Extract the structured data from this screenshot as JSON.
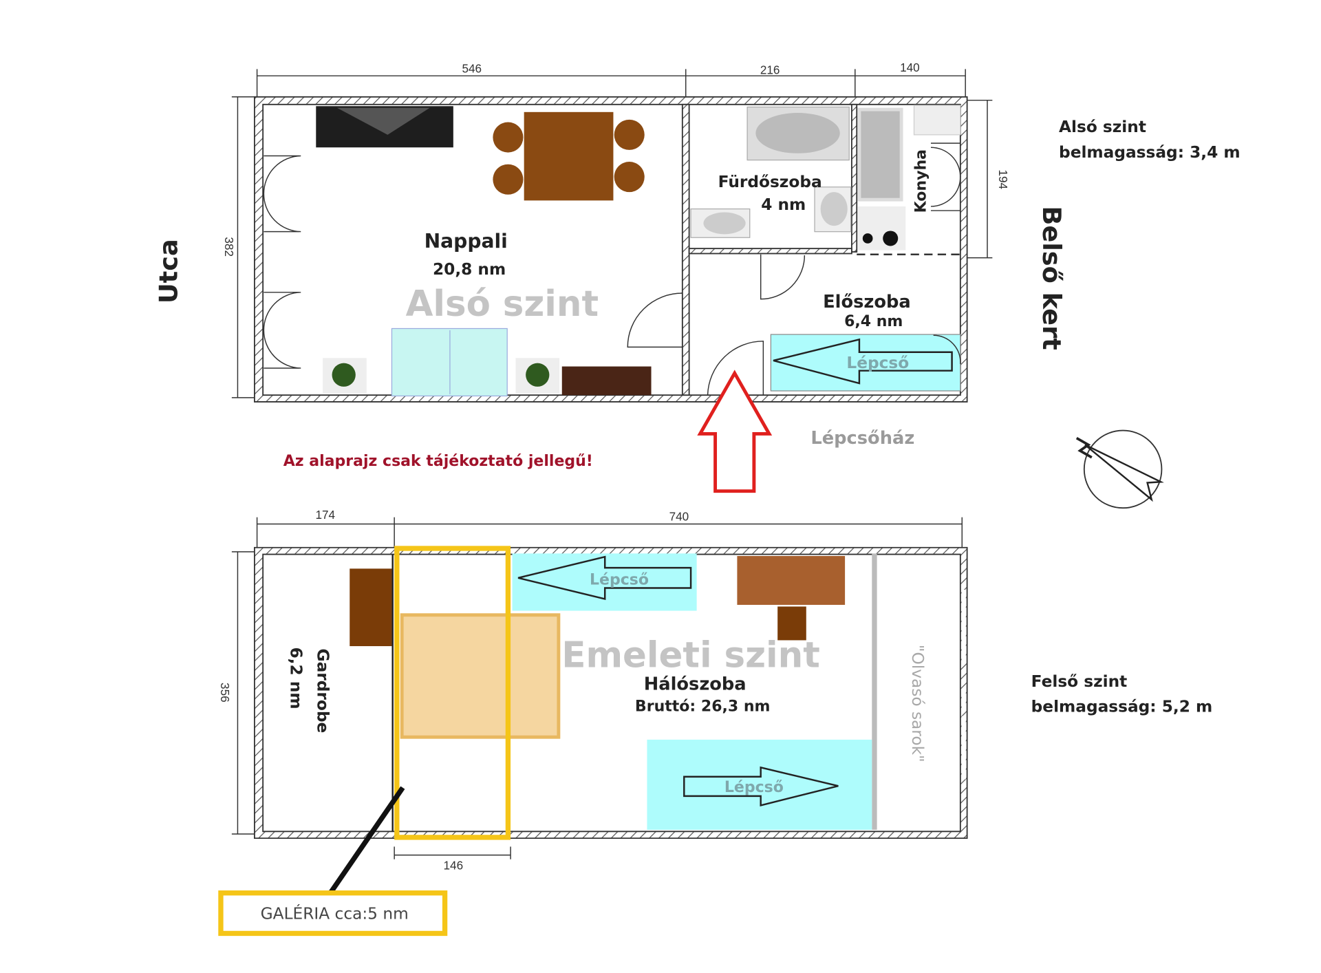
{
  "lower_floor": {
    "dimensions": {
      "top": [
        "546",
        "216",
        "140"
      ],
      "left": "382",
      "right": "194"
    },
    "rooms": {
      "living": {
        "name": "Nappali",
        "area": "20,8 nm"
      },
      "bathroom": {
        "name": "Fürdőszoba",
        "area": "4 nm"
      },
      "kitchen": {
        "name": "Konyha"
      },
      "hall": {
        "name": "Előszoba",
        "area": "6,4 nm"
      }
    },
    "watermark": "Alsó szint",
    "stairs_label": "Lépcső",
    "info_title": "Alsó szint",
    "info_height": "belmagasság: 3,4 m"
  },
  "surroundings": {
    "street": "Utca",
    "garden": "Belső kert",
    "stairwell": "Lépcsőház"
  },
  "disclaimer": "Az alaprajz csak tájékoztató jellegű!",
  "upper_floor": {
    "dimensions": {
      "top": [
        "174",
        "740"
      ],
      "left": "356",
      "bottom": "146"
    },
    "rooms": {
      "bedroom": {
        "name": "Hálószoba",
        "area": "Bruttó: 26,3 nm"
      },
      "wardrobe": {
        "name": "Gardrobe",
        "area": "6,2 nm"
      },
      "reading": {
        "name": "\"Olvasó sarok\""
      }
    },
    "watermark": "Emeleti szint",
    "stairs_label_1": "Lépcső",
    "stairs_label_2": "Lépcső",
    "info_title": "Felső szint",
    "info_height": "belmagasság: 5,2 m",
    "gallery_label": "GALÉRIA cca:5 nm"
  },
  "colors": {
    "stairs": "#aefcfc",
    "furniture": "#8a4a12",
    "gallery": "#f5c518",
    "entrance_arrow": "#e0201e",
    "note": "#a0122a"
  }
}
